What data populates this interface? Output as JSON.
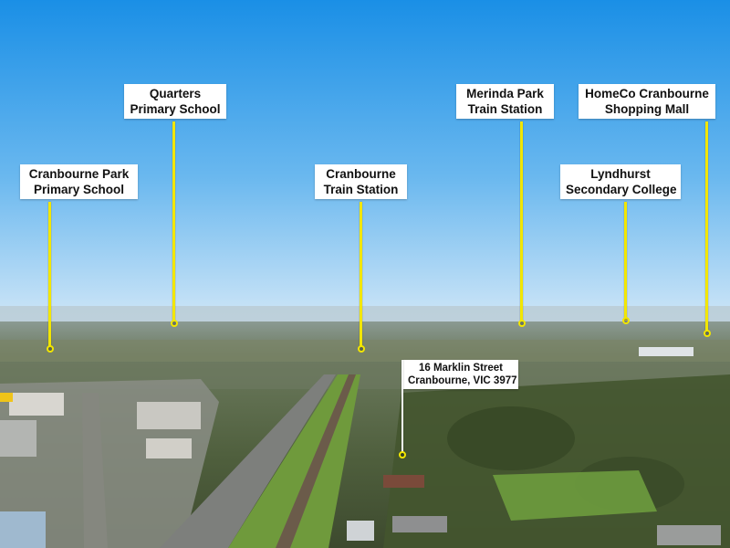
{
  "callouts": [
    {
      "id": "cranbourne-park-primary-school",
      "line1": "Cranbourne Park",
      "line2": "Primary School"
    },
    {
      "id": "quarters-primary-school",
      "line1": "Quarters",
      "line2": "Primary School"
    },
    {
      "id": "cranbourne-train-station",
      "line1": "Cranbourne",
      "line2": "Train Station"
    },
    {
      "id": "merinda-park-train-station",
      "line1": "Merinda Park",
      "line2": "Train Station"
    },
    {
      "id": "lyndhurst-secondary-college",
      "line1": "Lyndhurst",
      "line2": "Secondary College"
    },
    {
      "id": "homeco-cranbourne-shopping-mall",
      "line1": "HomeCo Cranbourne",
      "line2": "Shopping Mall"
    }
  ],
  "subject": {
    "line1": "16 Marklin Street",
    "line2": "Cranbourne, VIC 3977"
  },
  "colors": {
    "marker": "#f2e600",
    "sky_top": "#1d93e8",
    "sky_bottom": "#bfe0f7",
    "ground": "#5b6a4a"
  }
}
